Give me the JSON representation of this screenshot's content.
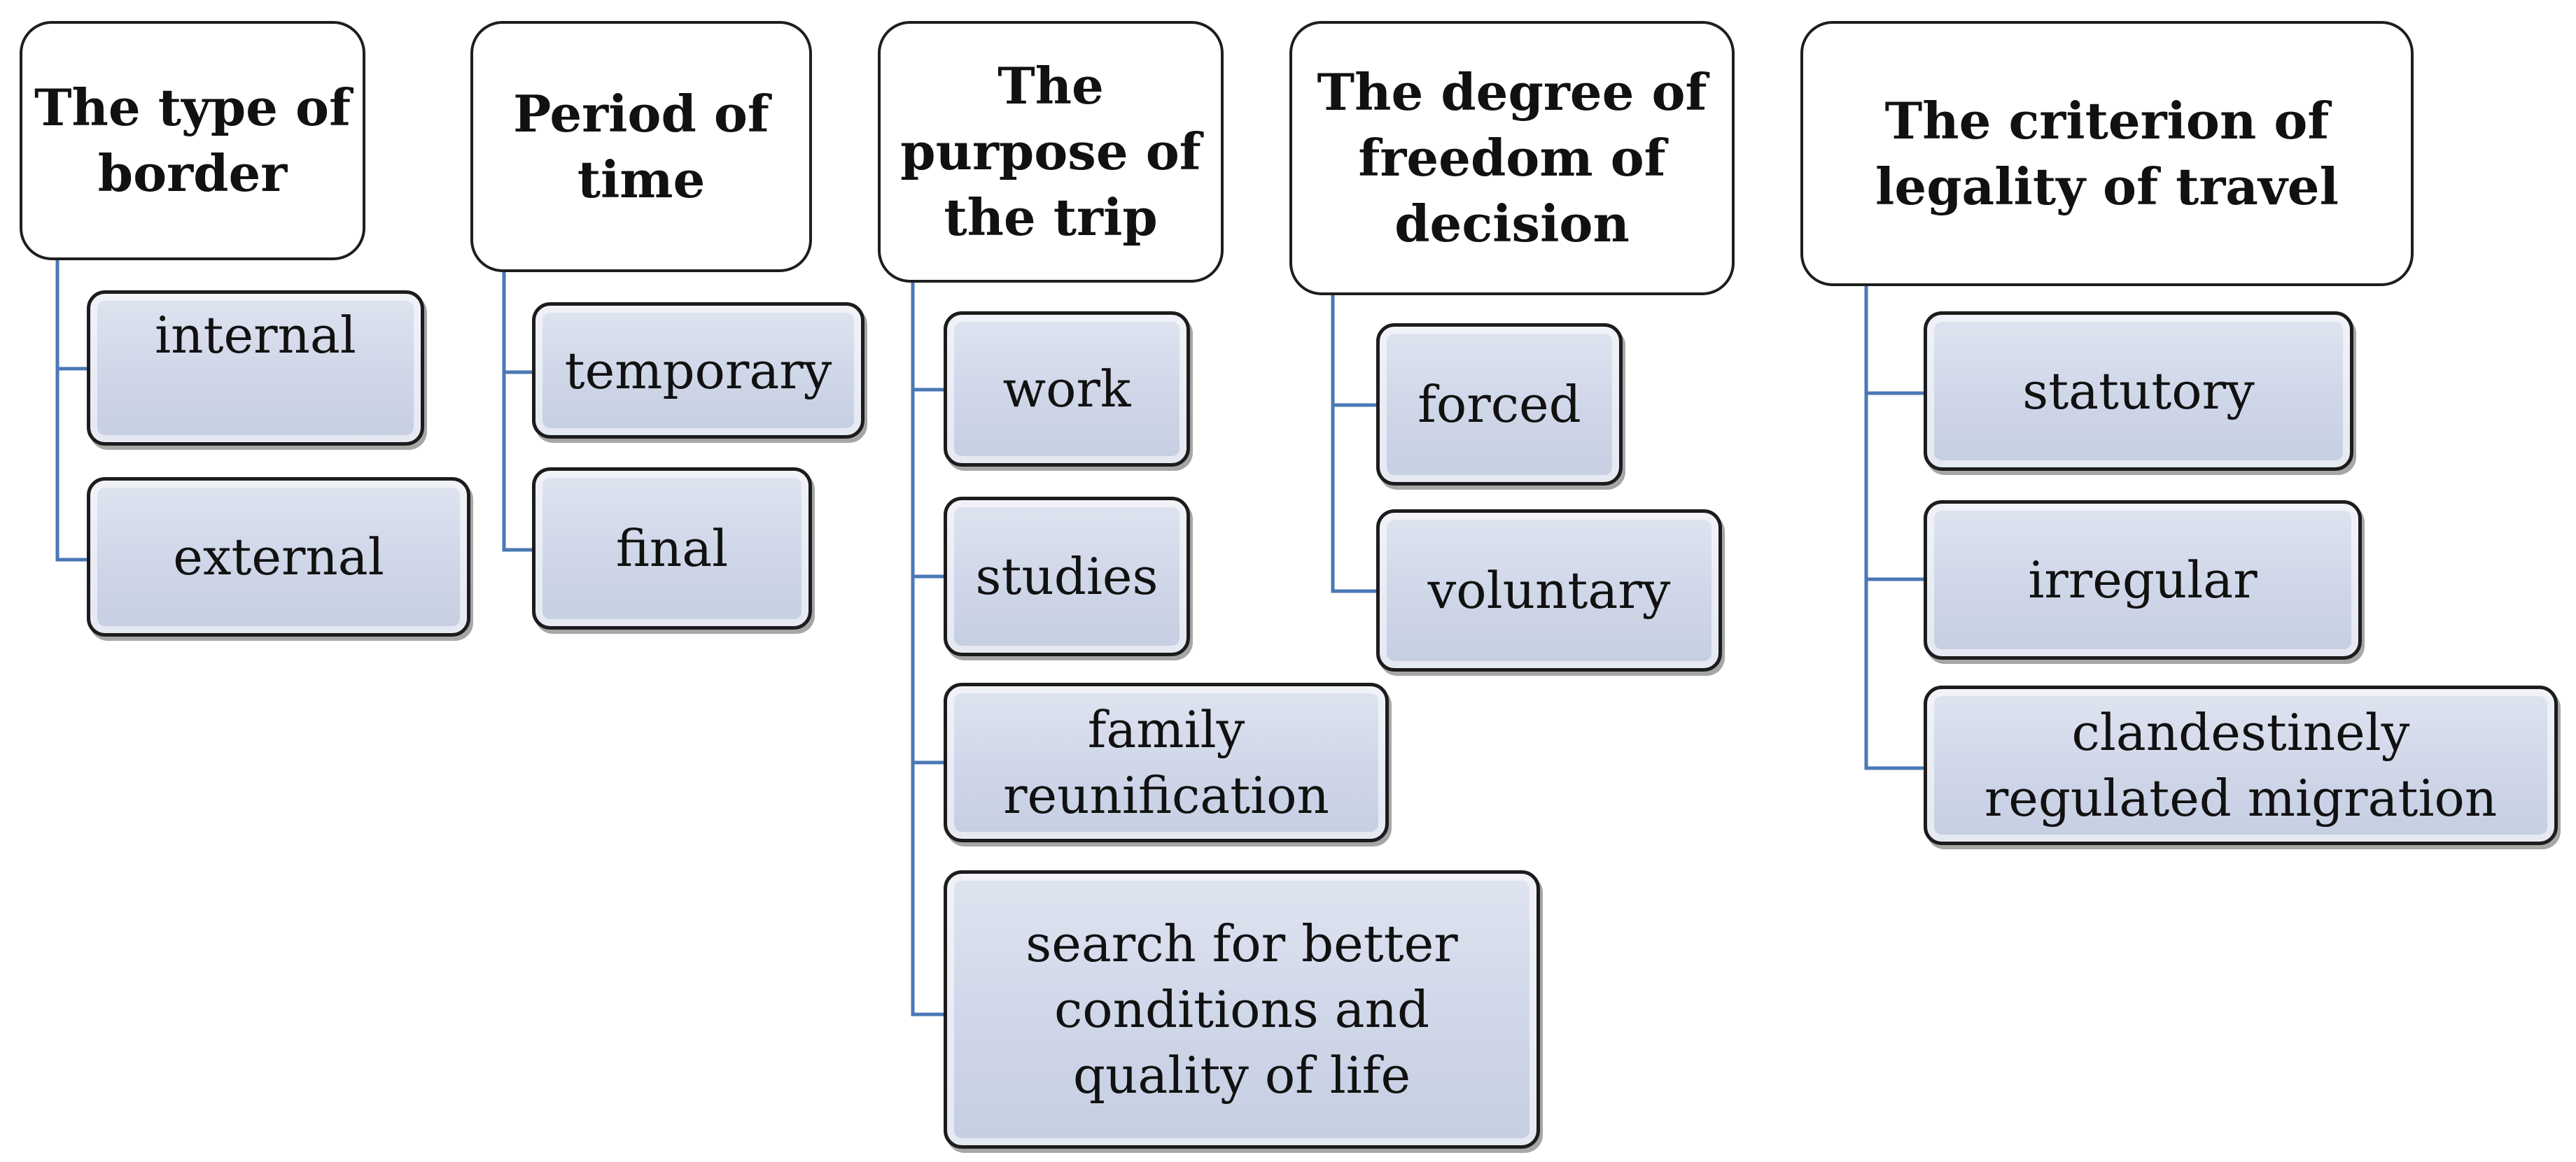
{
  "columns": [
    {
      "header": "The type of border",
      "items": [
        "internal",
        "external"
      ]
    },
    {
      "header": "Period of time",
      "items": [
        "temporary",
        "final"
      ]
    },
    {
      "header": "The purpose of the trip",
      "items": [
        "work",
        "studies",
        "family reunification",
        "search for better conditions and quality of life"
      ]
    },
    {
      "header": "The degree of freedom of decision",
      "items": [
        "forced",
        "voluntary"
      ]
    },
    {
      "header": "The criterion of legality of travel",
      "items": [
        "statutory",
        "irregular",
        "clandestinely regulated migration"
      ]
    }
  ],
  "colors": {
    "connector": "#4a78b5",
    "item_fill": "#cfd6e8",
    "border": "#1e1e1e"
  }
}
